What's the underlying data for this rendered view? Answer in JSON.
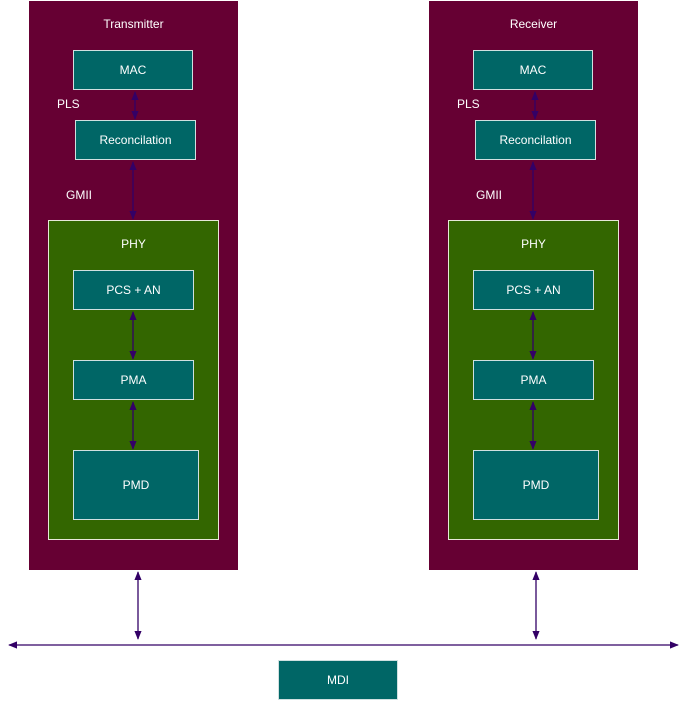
{
  "transmitter": {
    "title": "Transmitter",
    "mac": "MAC",
    "pls": "PLS",
    "reconciliation": "Reconcilation",
    "gmii": "GMII",
    "phy": {
      "title": "PHY",
      "pcs": "PCS + AN",
      "pma": "PMA",
      "pmd": "PMD"
    }
  },
  "receiver": {
    "title": "Receiver",
    "mac": "MAC",
    "pls": "PLS",
    "reconciliation": "Reconcilation",
    "gmii": "GMII",
    "phy": {
      "title": "PHY",
      "pcs": "PCS + AN",
      "pma": "PMA",
      "pmd": "PMD"
    }
  },
  "mdi": "MDI",
  "colors": {
    "outer": "#660033",
    "phy": "#336600",
    "block": "#006666",
    "arrow": "#330066"
  }
}
